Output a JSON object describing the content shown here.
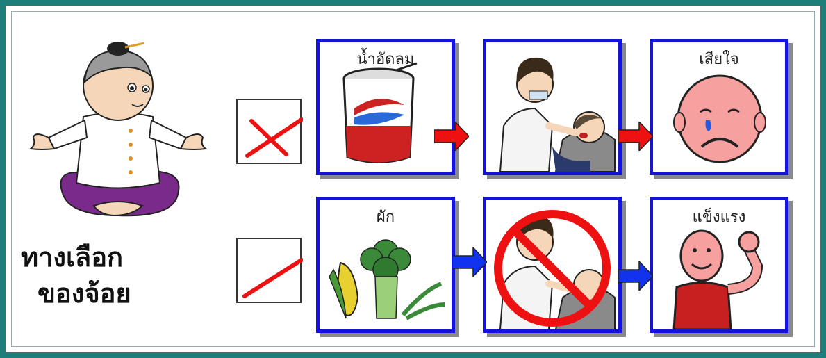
{
  "caption": {
    "line1": "ทางเลือก",
    "line2": "ของจ้อย"
  },
  "rows": [
    {
      "mark": "cross",
      "cards": [
        {
          "label": "น้ำอัดลม",
          "icon": "soda-can-icon"
        },
        {
          "label": "",
          "icon": "dentist-icon"
        },
        {
          "label": "เสียใจ",
          "icon": "sad-face-icon"
        }
      ],
      "arrow_color": "#ee1111"
    },
    {
      "mark": "check",
      "cards": [
        {
          "label": "ผัก",
          "icon": "vegetables-icon"
        },
        {
          "label": "",
          "icon": "no-dentist-icon"
        },
        {
          "label": "แข็งแรง",
          "icon": "strong-man-icon"
        }
      ],
      "arrow_color": "#1133ee"
    }
  ],
  "colors": {
    "frame": "#1e7f7a",
    "card_border": "#1414d8",
    "cross": "#ee1111",
    "prohibit": "#ee1111"
  }
}
